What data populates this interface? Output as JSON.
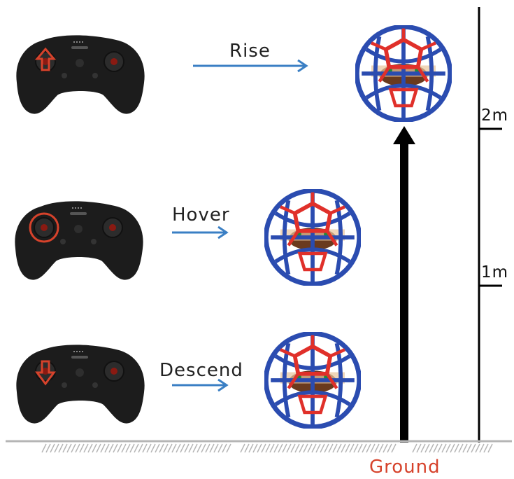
{
  "steps": [
    {
      "label": "Rise",
      "stick_indicator": "arrow-up-icon"
    },
    {
      "label": "Hover",
      "stick_indicator": "circle-highlight-icon"
    },
    {
      "label": "Descend",
      "stick_indicator": "arrow-down-icon"
    }
  ],
  "scale": {
    "marks": [
      "2m",
      "1m"
    ],
    "ground_label": "Ground"
  },
  "colors": {
    "arrow_blue": "#3a7fc4",
    "highlight_red": "#d6422b",
    "cage_blue": "#2b4cb0",
    "cage_red": "#e0302a",
    "controller": "#1c1c1c"
  }
}
